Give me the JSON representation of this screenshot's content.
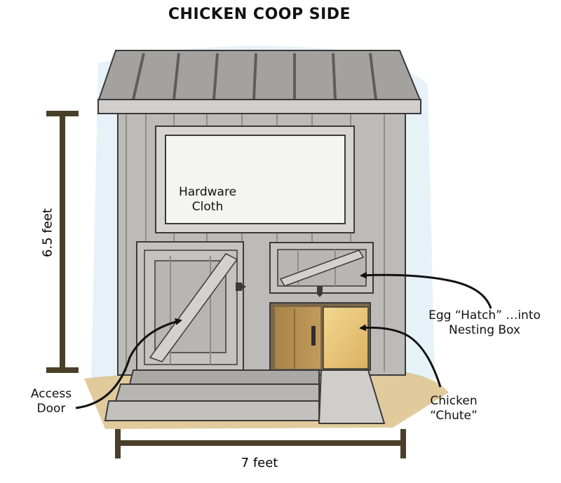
{
  "title": "CHICKEN COOP SIDE",
  "labels": {
    "hardware_cloth_line1": "Hardware",
    "hardware_cloth_line2": "Cloth",
    "height": "6.5 feet",
    "width": "7 feet",
    "access_door_line1": "Access",
    "access_door_line2": "Door",
    "egg_hatch_line1": "Egg “Hatch” …into",
    "egg_hatch_line2": "Nesting Box",
    "chicken_chute_line1": "Chicken",
    "chicken_chute_line2": "“Chute”"
  },
  "colors": {
    "wall": "#b9b8b5",
    "roof": "#9e9d9a",
    "trim": "#d4d3d0",
    "outline": "#3a3a3a",
    "window": "#f2f2f0",
    "dimension_bar": "#4a3f28",
    "ground": "#d7bd86",
    "nest_dark": "#b08c52",
    "nest_light": "#e5c47a",
    "sky": "#d7ecf5"
  }
}
